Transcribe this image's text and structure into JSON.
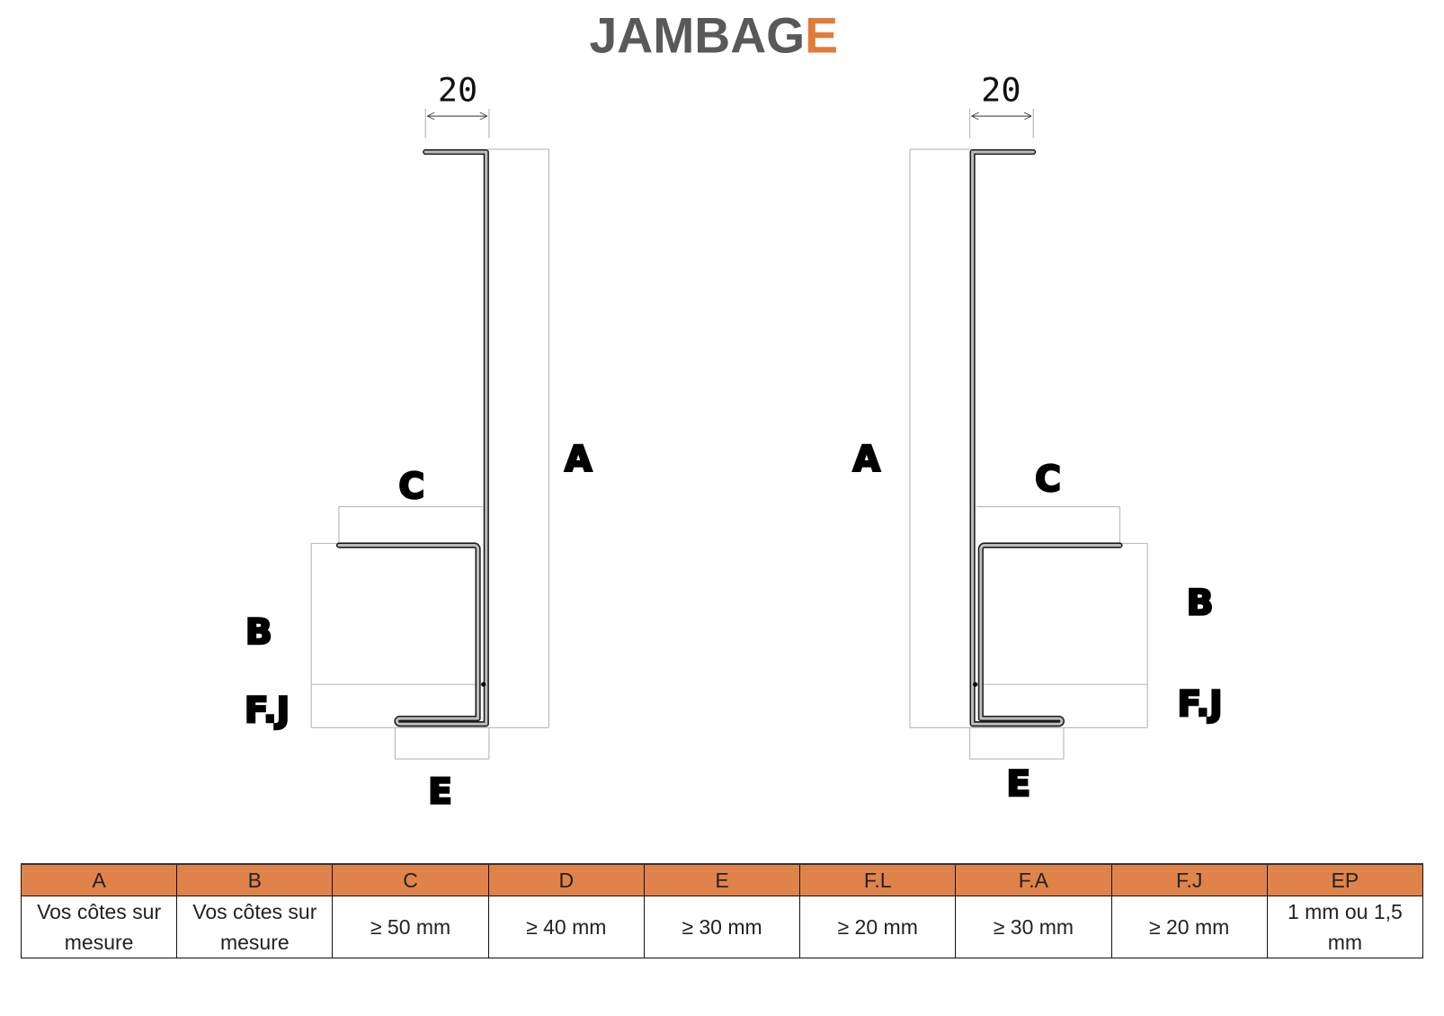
{
  "title": {
    "main": "JAMBAG",
    "accent": "E"
  },
  "colors": {
    "accent": "#E07B39",
    "header_fill": "#E0834A",
    "title_gray": "#595959"
  },
  "left_profile": {
    "flange_dim": "20",
    "labels": {
      "A": "A",
      "B": "B",
      "C": "C",
      "FJ": "F.J",
      "E": "E"
    }
  },
  "right_profile": {
    "flange_dim": "20",
    "labels": {
      "A": "A",
      "B": "B",
      "C": "C",
      "FJ": "F.J",
      "E": "E"
    }
  },
  "table": {
    "headers": [
      "A",
      "B",
      "C",
      "D",
      "E",
      "F.L",
      "F.A",
      "F.J",
      "EP"
    ],
    "values": [
      "Vos côtes sur mesure",
      "Vos côtes sur mesure",
      "≥ 50 mm",
      "≥ 40 mm",
      "≥ 30 mm",
      "≥ 20 mm",
      "≥ 30 mm",
      "≥ 20 mm",
      "1 mm ou 1,5 mm"
    ]
  }
}
